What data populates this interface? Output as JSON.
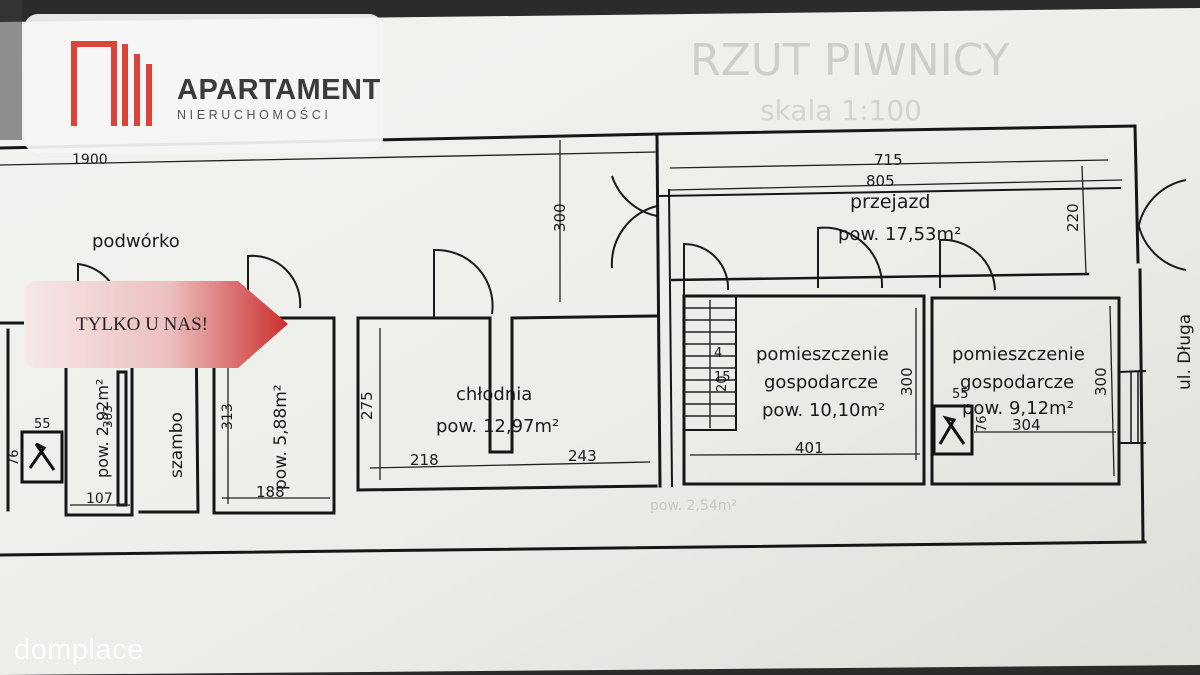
{
  "brand": {
    "name": "APARTAMENT",
    "tagline": "NIERUCHOMOŚCI",
    "accent_color": "#d9453a"
  },
  "badge": {
    "text": "TYLKO U NAS!",
    "color": "#cc2e2e"
  },
  "watermark": "domplace",
  "plan": {
    "faded_heading": "RZUT PIWNICY",
    "faded_scale": "skala 1:100",
    "faded_area": "pow. 2,54m²",
    "overall_width": "1900",
    "yard": "podwórko",
    "rooms": {
      "passage": {
        "name": "przejazd",
        "area": "pow. 17,53m²"
      },
      "room_left": {
        "area": "pow. 2,92m²"
      },
      "septic": {
        "name": "szambo"
      },
      "room_small": {
        "area": "pow. 5,88m²"
      },
      "cold_room": {
        "name": "chłodnia",
        "area": "pow. 12,97m²"
      },
      "utility_1": {
        "name_line1": "pomieszczenie",
        "name_line2": "gospodarcze",
        "area": "pow. 10,10m²"
      },
      "utility_2": {
        "name_line1": "pomieszczenie",
        "name_line2": "gospodarcze",
        "area": "pow. 9,12m²"
      }
    },
    "street": "ul. Długa",
    "dims": {
      "d715": "715",
      "d805": "805",
      "d300_top": "300",
      "d220": "220",
      "d55_left": "55",
      "d76_left": "76",
      "d303": "303",
      "d107": "107",
      "d313": "313",
      "d188": "188",
      "d275": "275",
      "d218": "218",
      "d243": "243",
      "d401": "401",
      "d300_mid": "300",
      "d300_right": "300",
      "d304": "304",
      "d55_right": "55",
      "d76_right": "76",
      "stairs_4": "4",
      "stairs_20": "20",
      "stairs_15": "15"
    }
  }
}
